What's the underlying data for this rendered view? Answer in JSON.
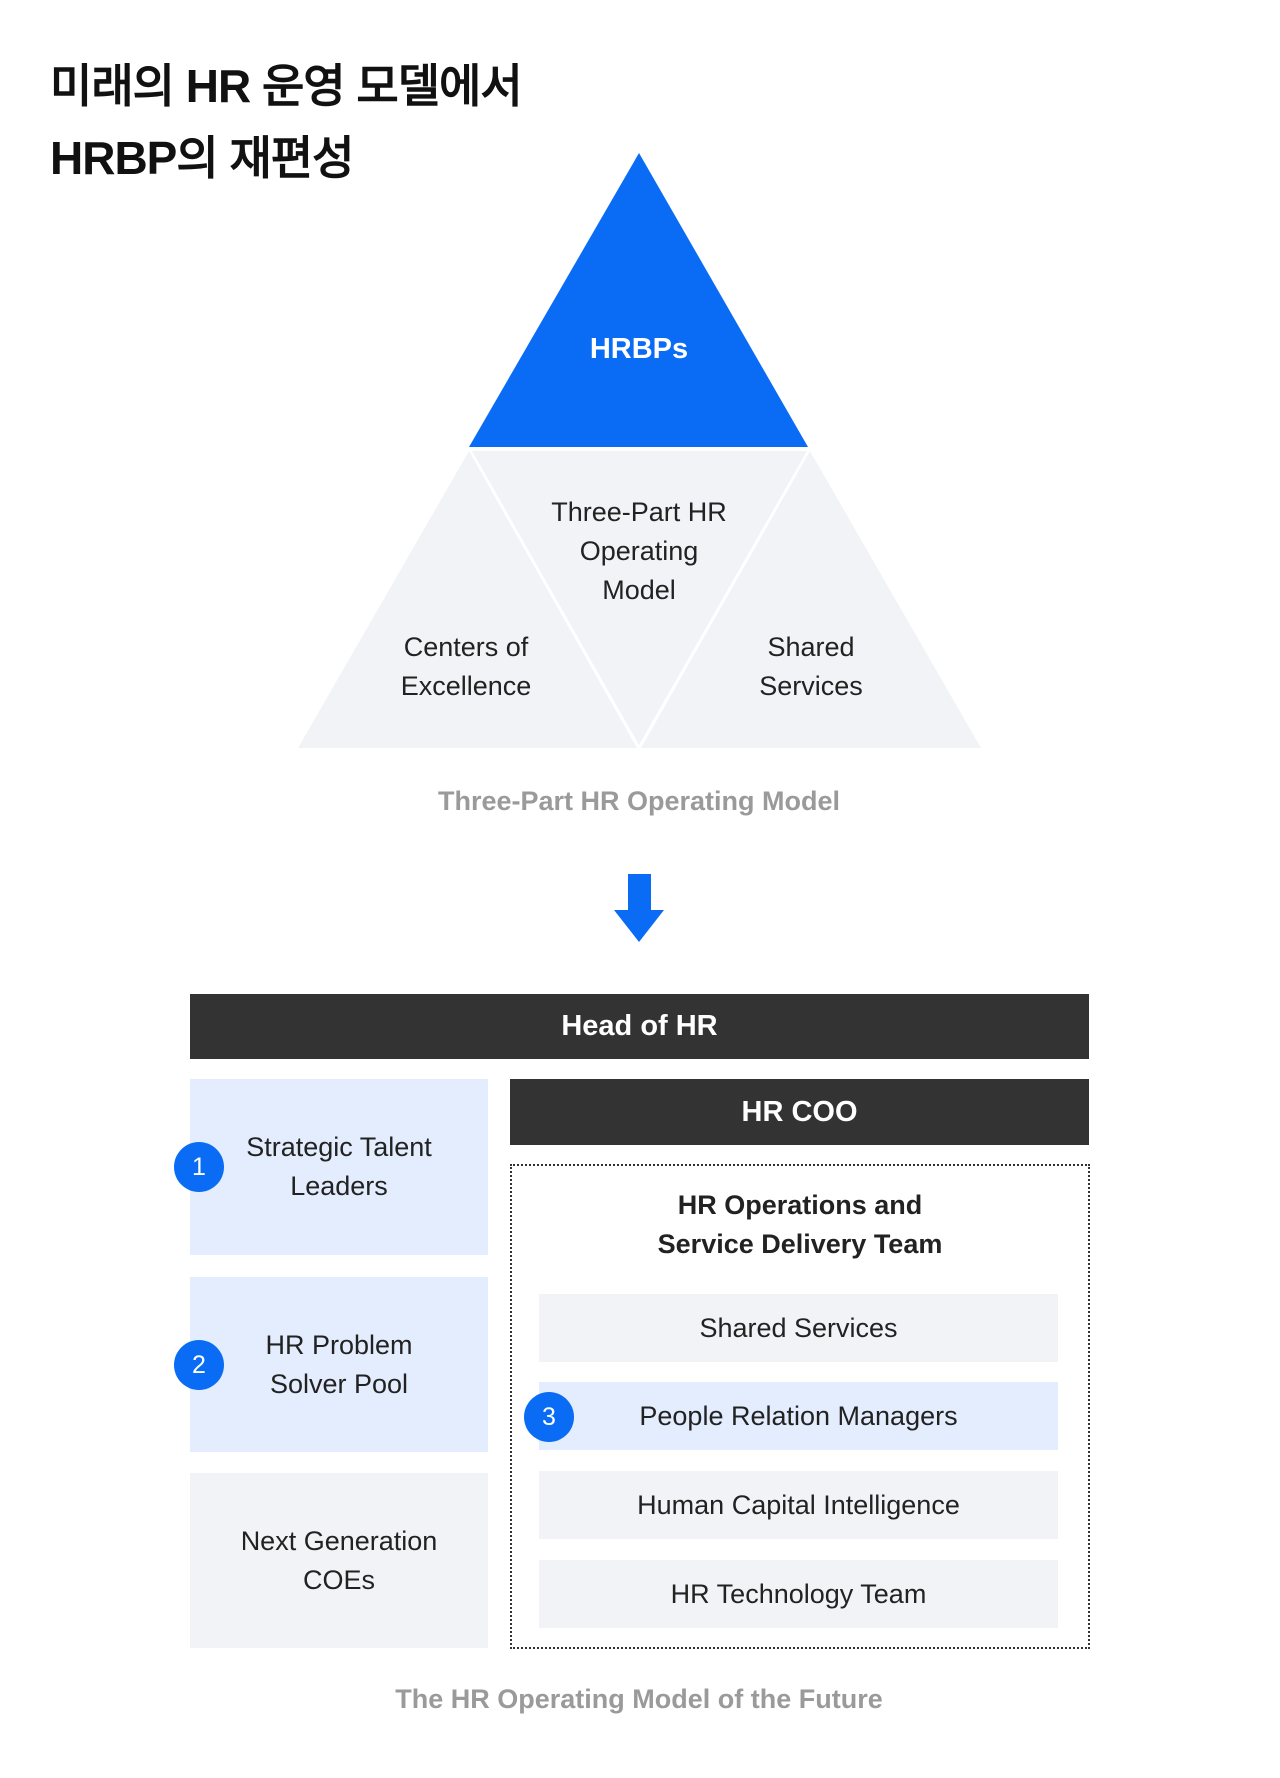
{
  "title": {
    "line1": "미래의 HR 운영 모델에서",
    "line2": "HRBP의 재편성"
  },
  "pyramid": {
    "top_label": "HRBPs",
    "center_lines": [
      "Three-Part HR",
      "Operating",
      "Model"
    ],
    "left_lines": [
      "Centers of",
      "Excellence"
    ],
    "right_lines": [
      "Shared",
      "Services"
    ],
    "caption": "Three-Part HR Operating Model"
  },
  "org": {
    "head": "Head of HR",
    "coo": "HR COO",
    "left_boxes": [
      {
        "badge": "1",
        "lines": [
          "Strategic Talent",
          "Leaders"
        ]
      },
      {
        "badge": "2",
        "lines": [
          "HR Problem",
          "Solver Pool"
        ]
      },
      {
        "lines": [
          "Next Generation",
          "COEs"
        ]
      }
    ],
    "team": {
      "title_lines": [
        "HR Operations and",
        "Service Delivery Team"
      ],
      "items": [
        {
          "label": "Shared Services"
        },
        {
          "label": "People Relation Managers",
          "badge": "3"
        },
        {
          "label": "Human Capital Intelligence"
        },
        {
          "label": "HR Technology Team"
        }
      ]
    },
    "caption": "The HR Operating Model of the Future"
  },
  "colors": {
    "accent": "#0a6cf5",
    "dark": "#333333",
    "light_gray": "#f1f3f7",
    "light_blue": "#e3edfd",
    "caption": "#9a9a9a",
    "text": "#222222"
  }
}
